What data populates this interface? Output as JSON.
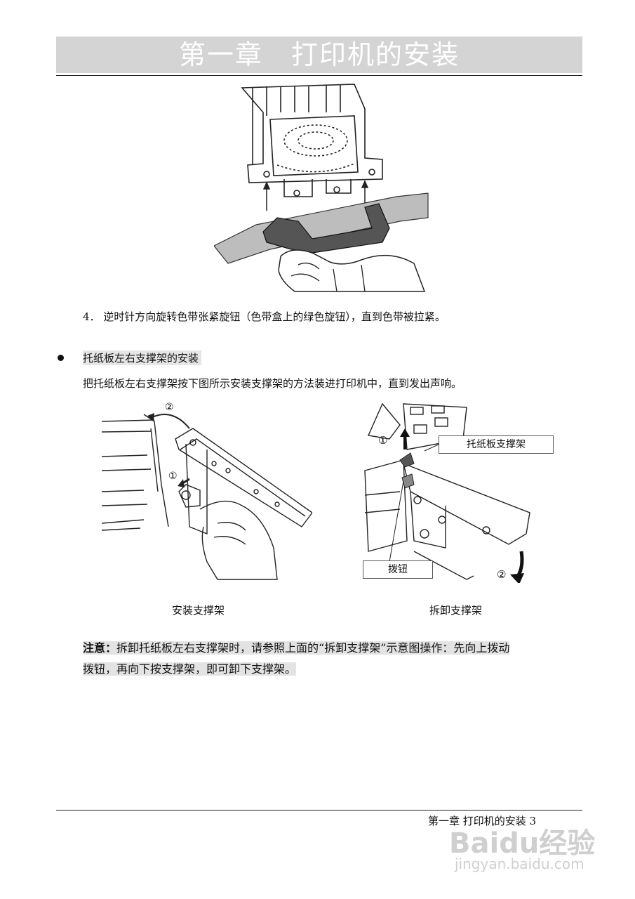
{
  "header": {
    "title": "第一章　打印机的安装"
  },
  "step4": {
    "text": "4．  逆时针方向旋转色带张紧旋钮（色带盒上的绿色旋钮），直到色带被拉紧。"
  },
  "section": {
    "title": "托纸板左右支撑架的安装",
    "body": "把托纸板左右支撑架按下图所示安装支撑架的方法装进打印机中，直到发出声响。"
  },
  "figures": {
    "left_caption": "安装支撑架",
    "right_caption": "拆卸支撑架",
    "left_marks": [
      "②",
      "①"
    ],
    "right_marks": [
      "①",
      "②"
    ],
    "callout_top": "托纸板支撑架",
    "callout_bottom": "拨钮"
  },
  "note": {
    "label": "注意：",
    "line1": "拆卸托纸板左右支撑架时，请参照上面的“拆卸支撑架”示意图操作：先向上拨动",
    "line2": "拨钮，再向下按支撑架，即可卸下支撑架。"
  },
  "footer": {
    "text": "第一章 打印机的安装   3"
  },
  "watermark": {
    "brand": "Baidu经验",
    "url": "jingyan.baidu.com"
  }
}
